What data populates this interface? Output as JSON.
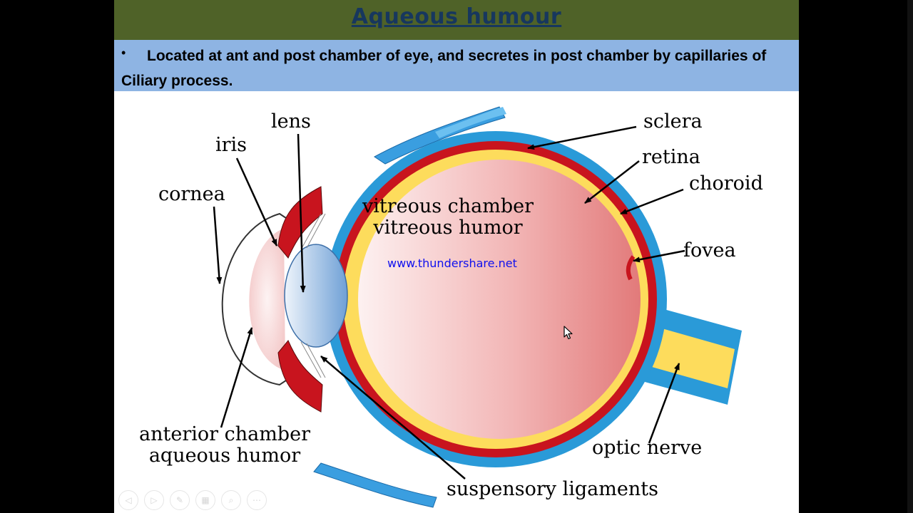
{
  "slide": {
    "title": "Aqueous humour",
    "bullet_symbol": "•",
    "bullet_text": "Located at ant and post chamber of eye, and secretes in post chamber by capillaries of Ciliary process."
  },
  "diagram": {
    "labels": {
      "lens": "lens",
      "iris": "iris",
      "cornea": "cornea",
      "sclera": "sclera",
      "retina": "retina",
      "choroid": "choroid",
      "fovea": "fovea",
      "vitreous_chamber": "vitreous chamber",
      "vitreous_humor": "vitreous humor",
      "anterior_chamber": "anterior chamber",
      "aqueous_humor": "aqueous humor",
      "optic_nerve": "optic nerve",
      "suspensory_ligaments": "suspensory ligaments"
    },
    "colors": {
      "sclera": "#2a9ad8",
      "choroid": "#c8141e",
      "retina": "#fddc5c",
      "vitreous": "#e27a7a",
      "lens": "#9cc0e6"
    }
  },
  "watermark": "www.thundershare.net",
  "controls": {
    "icons": [
      "prev-icon",
      "next-icon",
      "pen-icon",
      "slides-icon",
      "zoom-icon",
      "more-icon"
    ]
  }
}
